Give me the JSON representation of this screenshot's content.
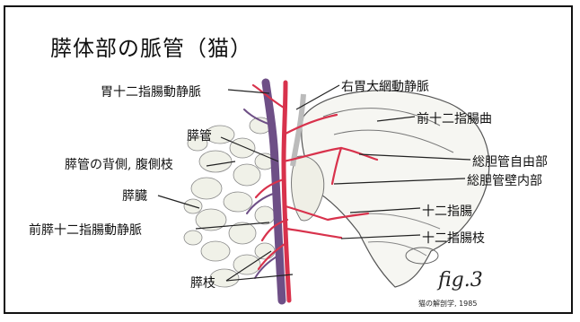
{
  "slide": {
    "title": "膵体部の脈管（猫）",
    "source": "猫の解剖学, 1985",
    "figure_mark": "fig.3"
  },
  "labels": {
    "gastroduodenal_vessels": "胃十二指腸動静脈",
    "right_gastroepiploic": "右胃大網動静脈",
    "anterior_duodenal_curve": "前十二指腸曲",
    "pancreatic_duct": "膵管",
    "dorsal_ventral_branches": "膵管の背側, 腹側枝",
    "bile_duct_free": "総胆管自由部",
    "bile_duct_intramural": "総胆管壁内部",
    "pancreas": "膵臓",
    "duodenum": "十二指腸",
    "ant_pancreaticoduodenal": "前膵十二指腸動静脈",
    "duodenal_branches": "十二指腸枝",
    "pancreatic_branches": "膵枝"
  },
  "colors": {
    "artery": "#d8324c",
    "vein": "#6e4f86",
    "ink": "#222222",
    "tissue_fill": "#f3f3ee"
  }
}
